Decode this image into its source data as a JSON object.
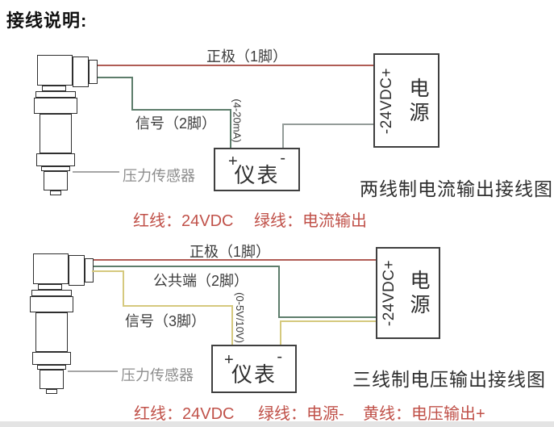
{
  "title": "接线说明:",
  "colors": {
    "red_wire": "#b05c55",
    "green_wire": "#5d7d6b",
    "yellow_wire": "#d5c97e",
    "gray_wire": "#949c99",
    "legend_text": "#c05149"
  },
  "current_diagram": {
    "positive_label": "正极（1脚）",
    "signal_label": "信号（2脚）",
    "range_label": "(4-20mA)",
    "sensor_label": "压力传感器",
    "meter": {
      "name": "仪表",
      "plus": "+",
      "minus": "-"
    },
    "power": {
      "name": "电源",
      "terminals": "-24VDC+"
    },
    "caption": "两线制电流输出接线图",
    "legend_red": "红线：24VDC",
    "legend_green": "绿线：电流输出"
  },
  "voltage_diagram": {
    "positive_label": "正极（1脚）",
    "common_label": "公共端（2脚）",
    "signal_label": "信号（3脚）",
    "range_label": "(0-5V/10V)",
    "sensor_label": "压力传感器",
    "meter": {
      "name": "仪表",
      "plus": "+",
      "minus": "-"
    },
    "power": {
      "name": "电源",
      "terminals": "-24VDC+"
    },
    "caption": "三线制电压输出接线图",
    "legend_red": "红线：24VDC",
    "legend_green": "绿线：电源-",
    "legend_yellow": "黄线：电压输出+"
  }
}
